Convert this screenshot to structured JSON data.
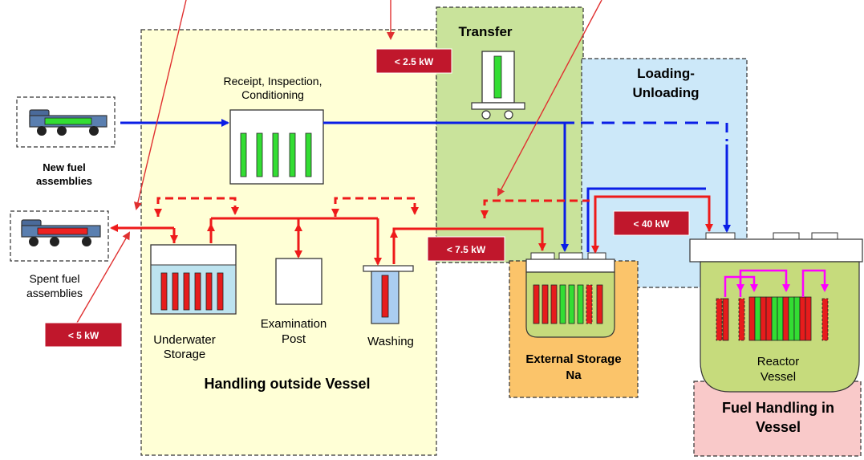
{
  "zones": {
    "handling_outside": "Handling outside Vessel",
    "transfer": "Transfer",
    "loading_line1": "Loading-",
    "loading_line2": "Unloading",
    "external_storage_line1": "External Storage",
    "external_storage_line2": "Na",
    "fuel_handling_line1": "Fuel Handling in",
    "fuel_handling_line2": "Vessel"
  },
  "stations": {
    "receipt_line1": "Receipt, Inspection,",
    "receipt_line2": "Conditioning",
    "underwater_line1": "Underwater",
    "underwater_line2": "Storage",
    "examination_line1": "Examination",
    "examination_line2": "Post",
    "washing": "Washing",
    "reactor_line1": "Reactor",
    "reactor_line2": "Vessel"
  },
  "fuel": {
    "new_line1": "New fuel",
    "new_line2": "assemblies",
    "spent_line1": "Spent fuel",
    "spent_line2": "assemblies"
  },
  "power_labels": {
    "p2_5": "< 2.5 kW",
    "p7_5": "< 7.5 kW",
    "p40": "< 40 kW",
    "p5": "< 5 kW"
  },
  "colors": {
    "handling_bg": "#ffffd6",
    "transfer_bg": "#c9e39b",
    "loading_bg": "#cce8f9",
    "external_bg": "#fbc46a",
    "fuel_handling_bg": "#f9c9c9",
    "new_fuel_flow": "#0a1ee6",
    "spent_fuel_flow": "#ee1a1a",
    "in_vessel_flow": "#ff00ff",
    "badge": "#c0172c",
    "callout_arrow": "#e03030"
  }
}
